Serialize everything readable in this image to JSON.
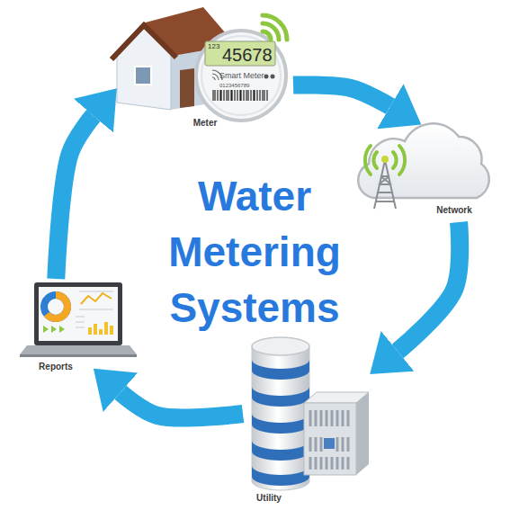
{
  "diagram": {
    "title": "Water Metering Systems",
    "nodes": [
      {
        "text": [
          "Meter"
        ]
      },
      {
        "text": [
          "Network"
        ]
      },
      {
        "text": [
          "Utility"
        ]
      },
      {
        "text": [
          "Reports"
        ]
      }
    ],
    "edges": [
      {
        "from": 0,
        "to": 1,
        "arrow": "to"
      },
      {
        "from": 1,
        "to": 2,
        "arrow": "to"
      },
      {
        "from": 2,
        "to": 3,
        "arrow": "to"
      },
      {
        "from": 3,
        "to": 0,
        "arrow": "to"
      }
    ],
    "labels": [
      "123",
      "45678",
      "Smart Meter",
      "0123456789"
    ]
  }
}
